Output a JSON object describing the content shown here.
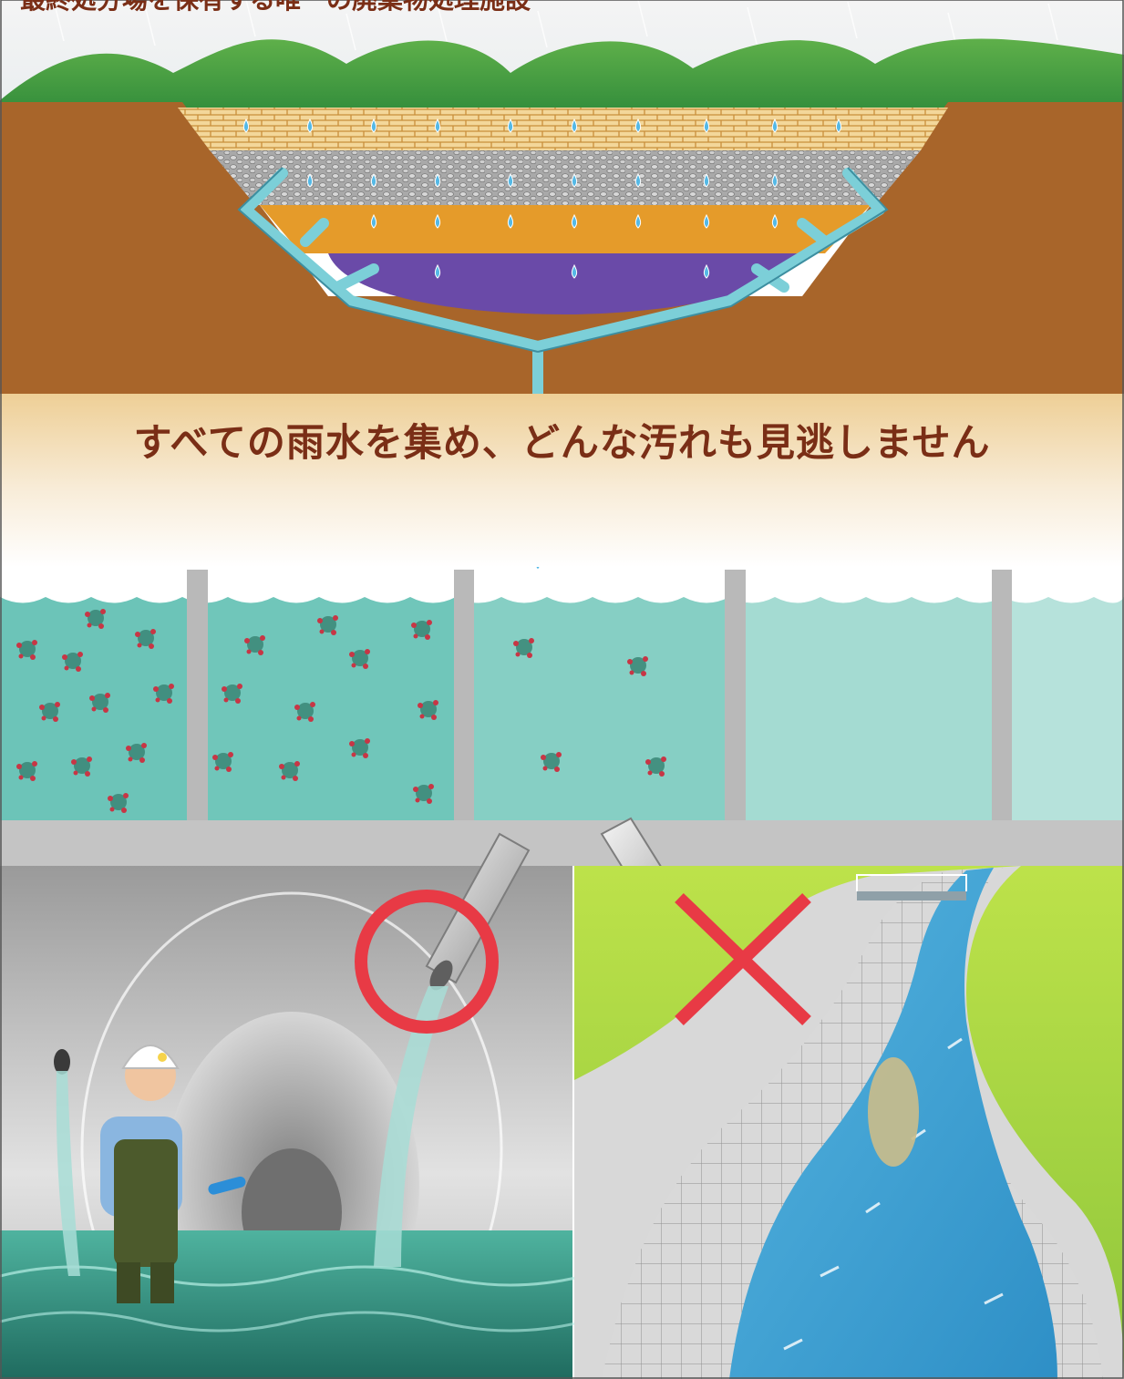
{
  "top_caption": "最終処分場を保有する唯一の廃棄物処理施設",
  "main_caption": "すべての雨水を集め、どんな汚れも見逃しません",
  "marks": {
    "approve": "circle",
    "reject": "cross"
  },
  "colors": {
    "caption": "#7a2e16",
    "mark": "#e83a45",
    "water": "#6cc4b8",
    "soil": "#a8652a",
    "pipe": "#7ccfd8"
  },
  "icons": [
    "hills",
    "landfill-cross-section",
    "collection-pipe",
    "settling-tanks",
    "tunnel-with-worker",
    "river-channel",
    "outflow-pipe"
  ]
}
